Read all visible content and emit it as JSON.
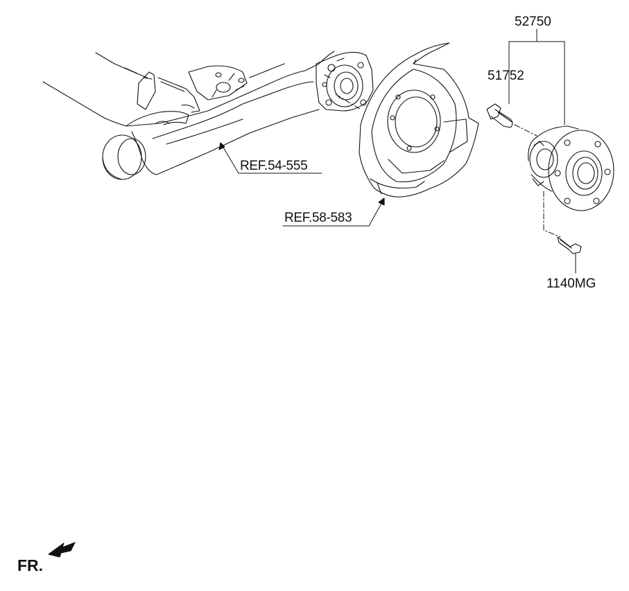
{
  "labels": {
    "hub_assembly": "52750",
    "hub_bolt": "51752",
    "mounting_bolt": "1140MG",
    "ref_axle": "REF.54-555",
    "ref_backing_plate": "REF.58-583"
  },
  "direction": {
    "text": "FR."
  }
}
